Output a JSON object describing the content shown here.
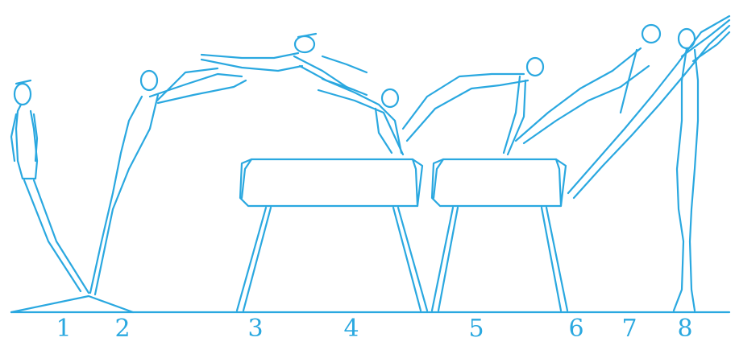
{
  "colors": {
    "ink": "#2aa8e0",
    "background": "#ffffff"
  },
  "labels": [
    "1",
    "2",
    "3",
    "4",
    "5",
    "6",
    "7",
    "8"
  ]
}
